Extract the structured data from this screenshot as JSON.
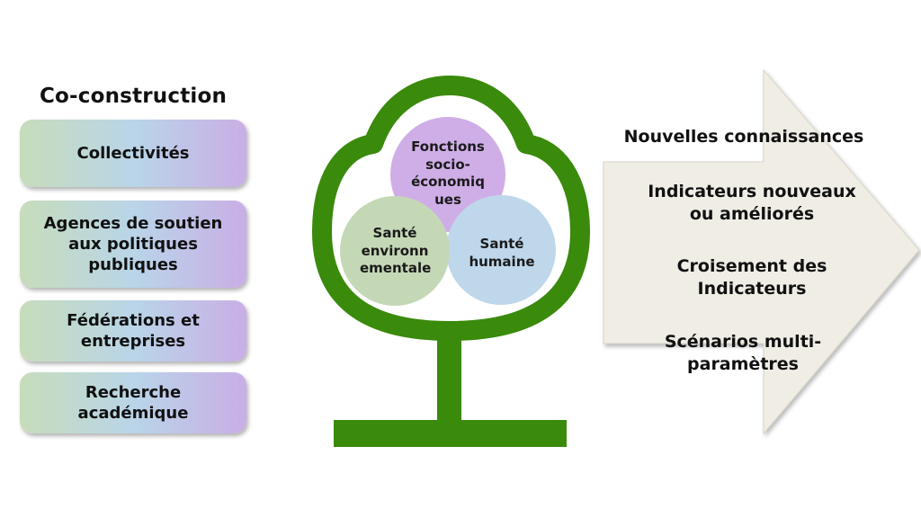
{
  "co_construction": {
    "title": "Co-construction",
    "items": [
      "Collectivités",
      "Agences de soutien aux politiques publiques",
      "Fédérations et entreprises",
      "Recherche académique"
    ]
  },
  "tree": {
    "trunk_color": "#3a8a0c",
    "circles": [
      {
        "label": "Fonctions socio-économiq ues",
        "color": "#cfaee7"
      },
      {
        "label": "Santé environn ementale",
        "color": "#c4d8b6"
      },
      {
        "label": "Santé humaine",
        "color": "#bed7eb"
      }
    ]
  },
  "outputs": {
    "arrow_color": "#efede4",
    "items": [
      "Nouvelles connaissances",
      "Indicateurs nouveaux ou améliorés",
      "Croisement des Indicateurs",
      "Scénarios multi-paramètres"
    ]
  }
}
